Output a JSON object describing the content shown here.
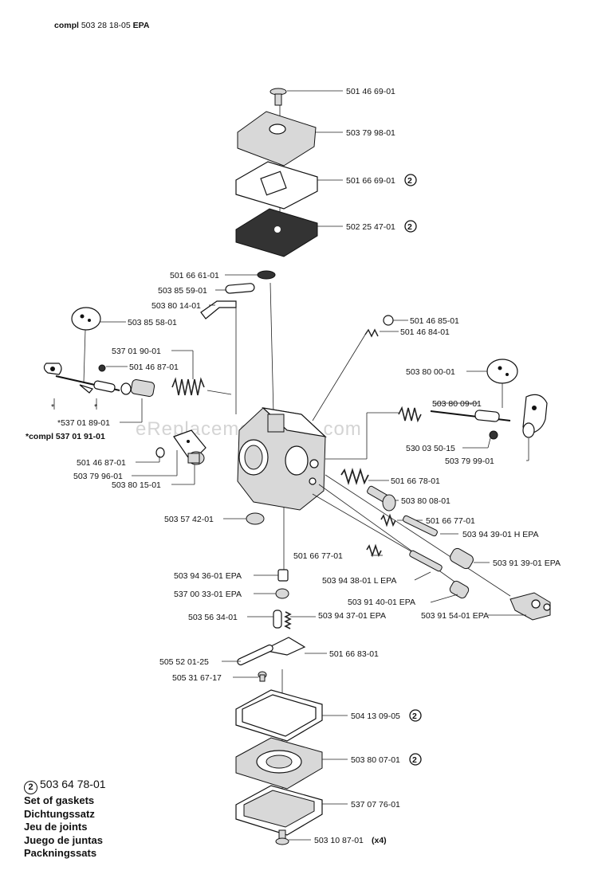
{
  "header": {
    "prefix": "compl",
    "number": "503 28 18-05",
    "suffix": "EPA"
  },
  "watermark": "eReplacementParts.com",
  "labels": {
    "l1": "501 46 69-01",
    "l2": "503 79 98-01",
    "l3": "501 66 69-01",
    "l4": "502 25 47-01",
    "l5": "501 66 61-01",
    "l6": "503 85 59-01",
    "l7": "503 80 14-01",
    "l8": "503 85 58-01",
    "l9": "501 46 85-01",
    "l10": "501 46 84-01",
    "l11": "537 01 90-01",
    "l12": "501 46 87-01",
    "l13": "503 80 00-01",
    "l14": "503 80 09-01",
    "l15": "*537 01 89-01",
    "l16": "*compl 537 01 91-01",
    "l17": "530 03 50-15",
    "l18": "503 79 99-01",
    "l19": "501 46 87-01",
    "l20": "503 79 96-01",
    "l21": "503 80 15-01",
    "l22": "501 66 78-01",
    "l23": "503 80 08-01",
    "l24": "503 57 42-01",
    "l25": "501 66 77-01",
    "l26": "503 94 39-01 H EPA",
    "l27": "501 66 77-01",
    "l28": "503 91 39-01 EPA",
    "l29": "503 94 36-01 EPA",
    "l30": "503 94 38-01 L EPA",
    "l31": "537 00 33-01 EPA",
    "l32": "503 91 40-01 EPA",
    "l33": "503 91 54-01 EPA",
    "l34": "503 56 34-01",
    "l35": "503 94 37-01 EPA",
    "l36": "505 52 01-25",
    "l37": "501 66 83-01",
    "l38": "505 31 67-17",
    "l39": "504 13 09-05",
    "l40": "503 80 07-01",
    "l41": "537 07 76-01",
    "l42": "503 10 87-01",
    "l42s": "(x4)",
    "star1": "*",
    "star2": "*"
  },
  "badge": "2",
  "legend": {
    "number": "503 64 78-01",
    "lines": [
      "Set of gaskets",
      "Dichtungssatz",
      "Jeu de joints",
      "Juego de juntas",
      "Packningssats"
    ]
  }
}
